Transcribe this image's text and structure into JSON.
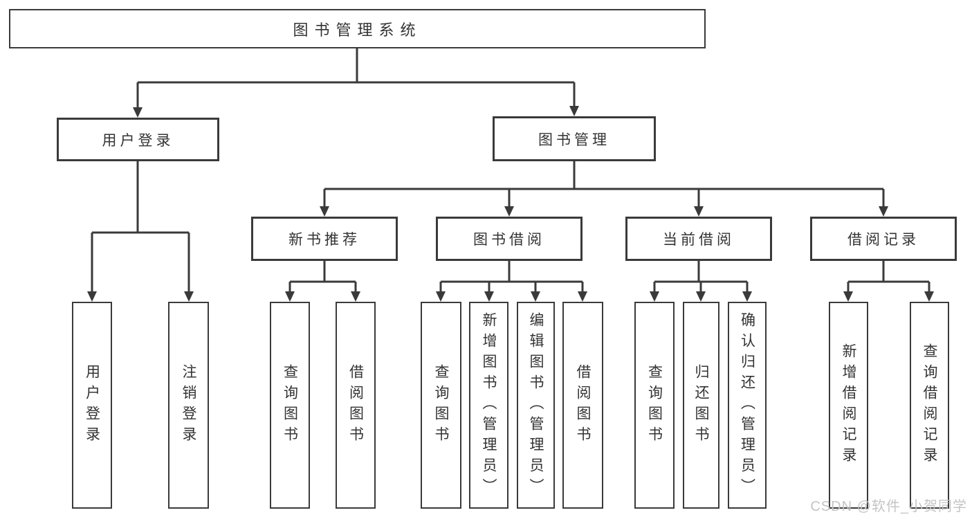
{
  "diagram": {
    "root_label": "图书管理系统",
    "branches_l1": [
      "用户登录",
      "图书管理"
    ],
    "branches_l2": [
      "新书推荐",
      "图书借阅",
      "当前借阅",
      "借阅记录"
    ],
    "groups": {
      "user_login": [
        "用户登录",
        "注销登录"
      ],
      "new_book_recommend": [
        "查询图书",
        "借阅图书"
      ],
      "book_borrow": [
        "查询图书",
        "新增图书（管理员）",
        "编辑图书（管理员）",
        "借阅图书"
      ],
      "current_borrow": [
        "查询图书",
        "归还图书",
        "确认归还（管理员）"
      ],
      "borrow_records": [
        "新增借阅记录",
        "查询借阅记录"
      ]
    }
  },
  "watermark": "CSDN @软件_小贺同学",
  "colors": {
    "line": "#3a3a3a",
    "text": "#333333",
    "watermark": "#c4c4c4",
    "background": "#ffffff"
  }
}
